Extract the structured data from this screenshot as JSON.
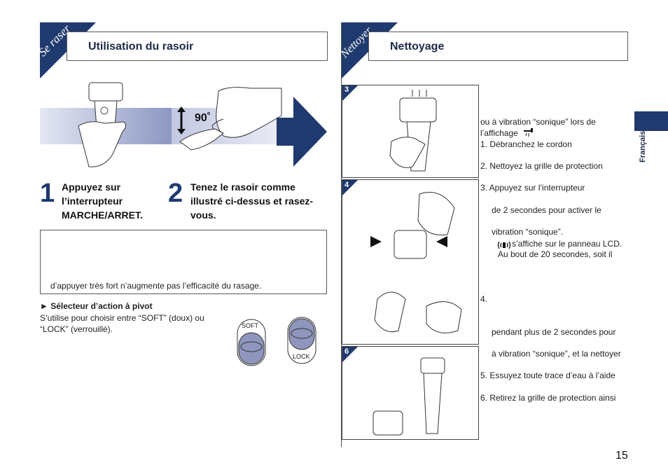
{
  "left": {
    "corner_label": "Se raser",
    "header_title": "Utilisation du rasoir",
    "angle_label": "90˚",
    "step1": {
      "number": "1",
      "text_line1": "Appuyez sur",
      "text_line2": "l’interrupteur",
      "text_line3": "MARCHE/ARRET."
    },
    "step2": {
      "number": "2",
      "text_line1": "Tenez le rasoir comme",
      "text_line2": "illustré ci-dessus et rasez-",
      "text_line3": "vous."
    },
    "note_text": "d’appuyer très fort n’augmente pas l’efficacité du rasage.",
    "pivot_title": "► Sélecteur d’action à pivot",
    "pivot_line1": "S’utilise pour choisir entre “SOFT” (doux) ou",
    "pivot_line2": "“LOCK” (verrouillé).",
    "soft_label": "SOFT",
    "lock_label": "LOCK"
  },
  "right": {
    "corner_label": "Nettoyer",
    "header_title": "Nettoyage",
    "fig_labels": [
      "3",
      "4",
      "6"
    ],
    "lines": [
      "ou à vibration “sonique” lors de",
      "l’affichage",
      "1.  Débranchez le cordon",
      "2.  Nettoyez la grille de protection",
      "3.  Appuyez sur l’interrupteur",
      "de 2 secondes pour activer le",
      "vibration “sonique”.",
      "s’affiche sur le panneau LCD.",
      "Au bout de 20 secondes, soit il",
      "4.",
      "pendant plus de 2 secondes pour",
      "à vibration “sonique”, et la nettoyer",
      "5.  Essuyez toute trace d’eau à l’aide",
      "6.  Retirez la grille de protection ainsi"
    ]
  },
  "side_tab": {
    "language": "Français"
  },
  "page_number": "15",
  "colors": {
    "navy": "#1f3a6e",
    "light_blue": "#c9cfe6",
    "line_gray": "#5a5a5a"
  }
}
